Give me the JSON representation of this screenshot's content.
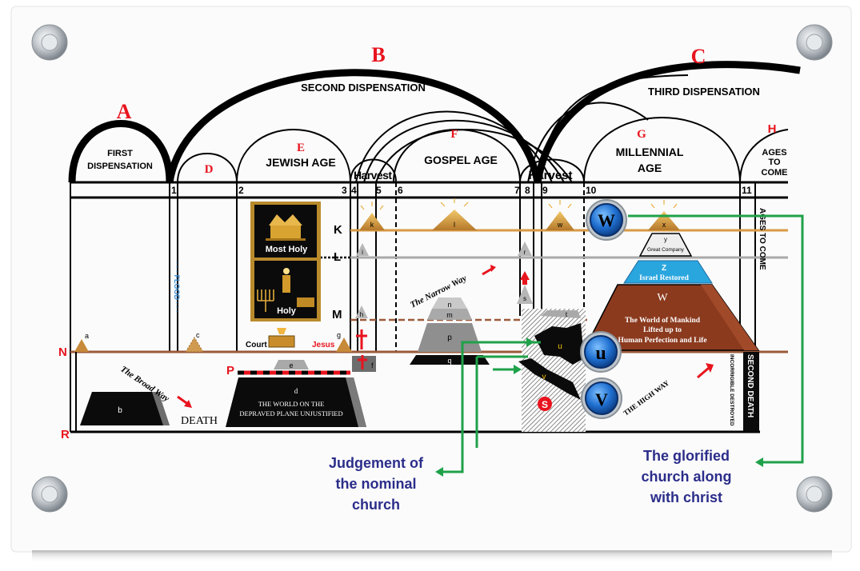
{
  "dispensations": {
    "a_letter": "A",
    "a_label_1": "FIRST",
    "a_label_2": "DISPENSATION",
    "b_letter": "B",
    "b_label": "SECOND DISPENSATION",
    "c_letter": "C",
    "c_label": "THIRD DISPENSATION"
  },
  "ages": {
    "d_letter": "D",
    "e_letter": "E",
    "e_label": "JEWISH AGE",
    "f_letter": "F",
    "f_label": "GOSPEL AGE",
    "g_letter": "G",
    "g_label_1": "MILLENNIAL",
    "g_label_2": "AGE",
    "h_letter": "H",
    "h_label_1": "AGES",
    "h_label_2": "TO",
    "h_label_3": "COME",
    "harvest_1": "Harvest",
    "harvest_2": "Harvest"
  },
  "markers": [
    "1",
    "2",
    "3",
    "4",
    "5",
    "6",
    "7",
    "8",
    "9",
    "10",
    "11"
  ],
  "planes": {
    "k": "K",
    "l": "L",
    "m": "M",
    "n": "N",
    "p": "P",
    "r": "R",
    "s": "S"
  },
  "tabernacle": {
    "most_holy": "Most Holy",
    "holy": "Holy",
    "court": "Court",
    "jesus": "Jesus"
  },
  "pyramid_letters": {
    "a": "a",
    "b": "b",
    "c": "c",
    "d": "d",
    "e": "e",
    "f": "f",
    "g": "g",
    "h": "h",
    "i": "i",
    "k": "k",
    "l": "l",
    "m": "m",
    "n": "n",
    "p": "p",
    "q": "q",
    "r": "r",
    "s": "s",
    "t": "t",
    "u": "u",
    "v": "v",
    "w": "w",
    "x": "x",
    "y": "y",
    "z": "Z",
    "big_w": "W"
  },
  "texts": {
    "flood": "FLOOD",
    "narrow_way": "The Narrow Way",
    "broad_way": "The Broad Way",
    "high_way": "THE HIGH WAY",
    "death": "DEATH",
    "world_1": "THE WORLD ON THE",
    "world_2": "DEPRAVED PLANE UNJUSTIFIED",
    "great_company": "Great Company",
    "israel_restored": "Israel Restored",
    "mankind_1": "The World of Mankind",
    "mankind_2": "Lifted up to",
    "mankind_3": "Human Perfection and Life",
    "ages_to_come_vertical": "AGES TO COME",
    "second_death": "SECOND DEATH",
    "incorrigible": "INCORRIGIBLE DESTROYED"
  },
  "circles": {
    "w": "W",
    "u": "u",
    "v": "V"
  },
  "callouts": {
    "judgement_1": "Judgement of",
    "judgement_2": "the nominal",
    "judgement_3": "church",
    "glorified_1": "The glorified",
    "glorified_2": "church along",
    "glorified_3": "with christ"
  },
  "colors": {
    "red_letter": "#e8141e",
    "plane_brown": "#9b5a3a",
    "plane_gold": "#d89a45",
    "plane_gray": "#a9a9a9",
    "callout_blue": "#2b2d8a",
    "arrow_green": "#1fa14a",
    "circle_blue": "#1f6fd0",
    "mankind_brown": "#8b3a1e",
    "israel_blue": "#2aa6df"
  }
}
